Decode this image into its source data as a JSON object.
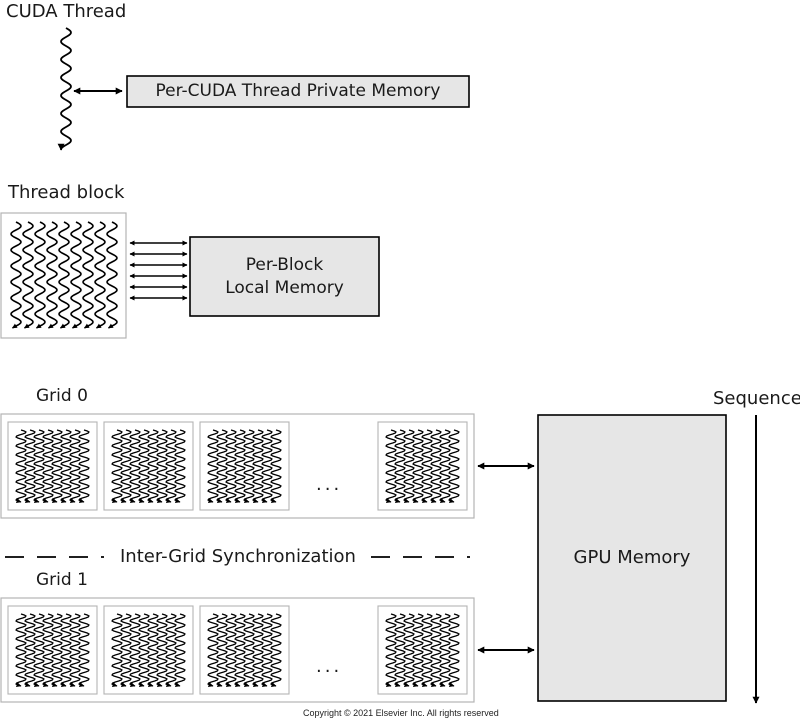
{
  "thread": {
    "title": "CUDA Thread",
    "memory_label": "Per-CUDA Thread Private Memory"
  },
  "block": {
    "title": "Thread block",
    "memory_line1": "Per-Block",
    "memory_line2": "Local Memory"
  },
  "grid0": {
    "label": "Grid 0",
    "ellipsis": "..."
  },
  "sync": {
    "label": "Inter-Grid Synchronization"
  },
  "grid1": {
    "label": "Grid 1",
    "ellipsis": "..."
  },
  "gpu_memory": {
    "label": "GPU Memory"
  },
  "sequence": {
    "label": "Sequence"
  },
  "copyright": "Copyright © 2021 Elsevier Inc. All rights reserved",
  "colors": {
    "box_fill": "#e6e6e6",
    "stroke": "#000000",
    "frame": "#b4b4b4"
  }
}
